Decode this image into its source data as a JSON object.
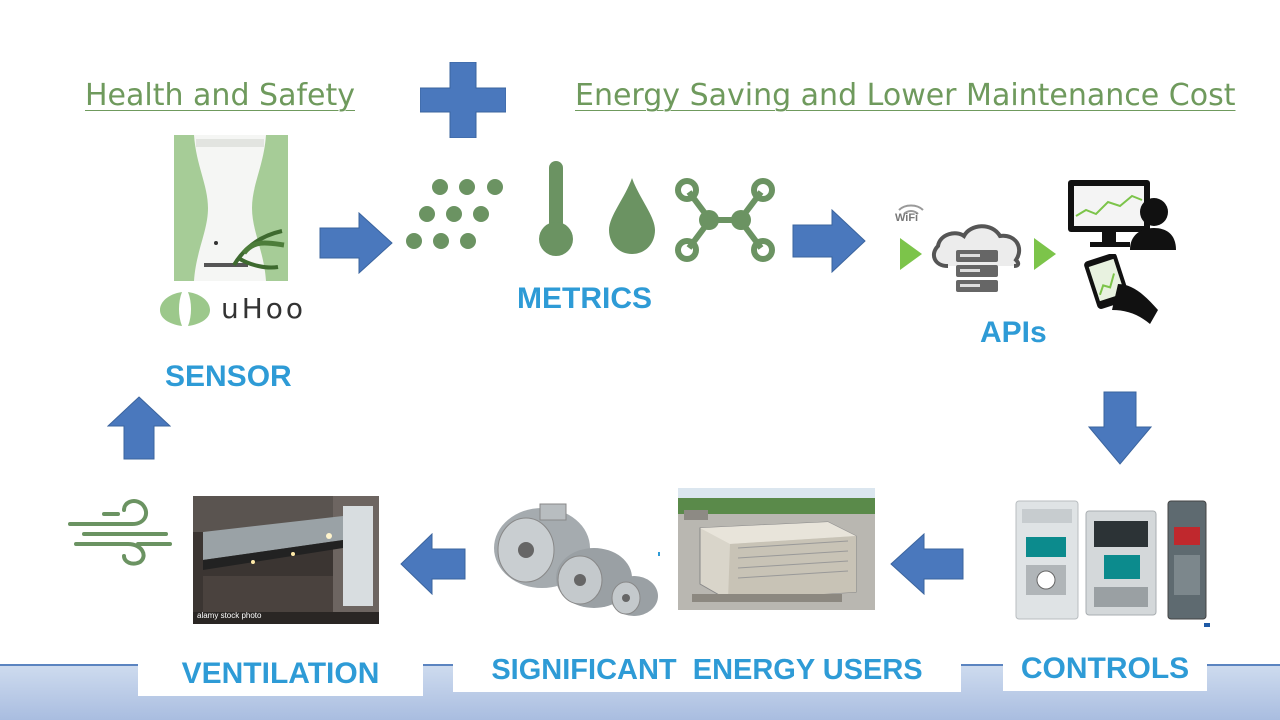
{
  "headings": {
    "health": "Health and Safety",
    "energy": "Energy Saving and Lower Maintenance Cost"
  },
  "sensor": {
    "brand": "uHoo",
    "label": "SENSOR"
  },
  "metrics": {
    "label": "METRICS"
  },
  "apis": {
    "label": "APIs",
    "wifi": "WiFi"
  },
  "footer": {
    "ventilation": "VENTILATION",
    "energy_users": "SIGNIFICANT  ENERGY USERS",
    "controls": "CONTROLS"
  },
  "photos": {
    "watermark": "alamy stock photo"
  },
  "colors": {
    "heading_green": "#6f9a5d",
    "icon_green": "#6b9362",
    "arrow_blue": "#4a78bd",
    "label_blue": "#2e9bd6",
    "play_green": "#7cc44a"
  },
  "icons": [
    "plus-icon",
    "dots-icon",
    "thermometer-icon",
    "water-drop-icon",
    "network-nodes-icon",
    "wifi-icon",
    "cloud-server-icon",
    "desktop-user-icon",
    "smartphone-hand-icon",
    "wind-icon",
    "leaf-logo-icon"
  ]
}
